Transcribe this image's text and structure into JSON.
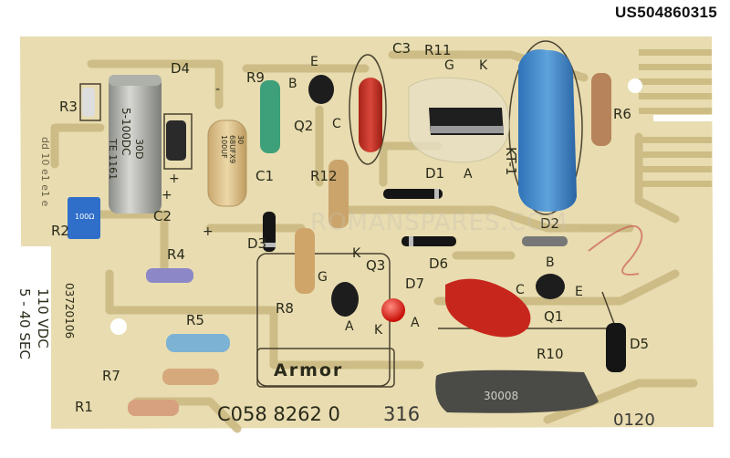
{
  "header": {
    "part_number": "US504860315"
  },
  "board": {
    "silkscreen_code": "C058 8262 0",
    "handwritten_suffix": "316",
    "handwritten_corner": "0120",
    "logo_text": "Armor",
    "side_code": "03720106",
    "left_text": "dd 10 e1 e1 e",
    "wm_text": "ROMANSPARES.COM"
  },
  "sticker": {
    "line1": "110 VDC",
    "line2": "5 - 40 SEC"
  },
  "components": {
    "R1": "R1",
    "R2": "R2",
    "R3": "R3",
    "R4": "R4",
    "R5": "R5",
    "R6": "R6",
    "R7": "R7",
    "R8": "R8",
    "R9": "R9",
    "R10": "R10",
    "R11": "R11",
    "R12": "R12",
    "C1": "C1",
    "C2": "C2",
    "C3": "C3",
    "D1": "D1",
    "D2": "D2",
    "D3": "D3",
    "D4": "D4",
    "D5": "D5",
    "D6": "D6",
    "D7": "D7",
    "Q1": "Q1",
    "Q2": "Q2",
    "Q3": "Q3",
    "KT1": "KT-1"
  },
  "pins": {
    "B": "B",
    "E": "E",
    "C": "C",
    "G": "G",
    "K": "K",
    "A": "A",
    "plus": "+",
    "minus": "-"
  },
  "part_text": {
    "cap_big_1": "30D",
    "cap_big_2": "5-100DC",
    "cap_big_3": "TE 1161",
    "cap_small_1": "100UF",
    "cap_small_2": "68UFX9",
    "cap_small_3": "30",
    "resistor_block": "30008",
    "trimmer": "100Ω"
  },
  "colors": {
    "board": "#e8dcb0",
    "trace": "#c9b77f",
    "sticker": "#ffffff"
  }
}
